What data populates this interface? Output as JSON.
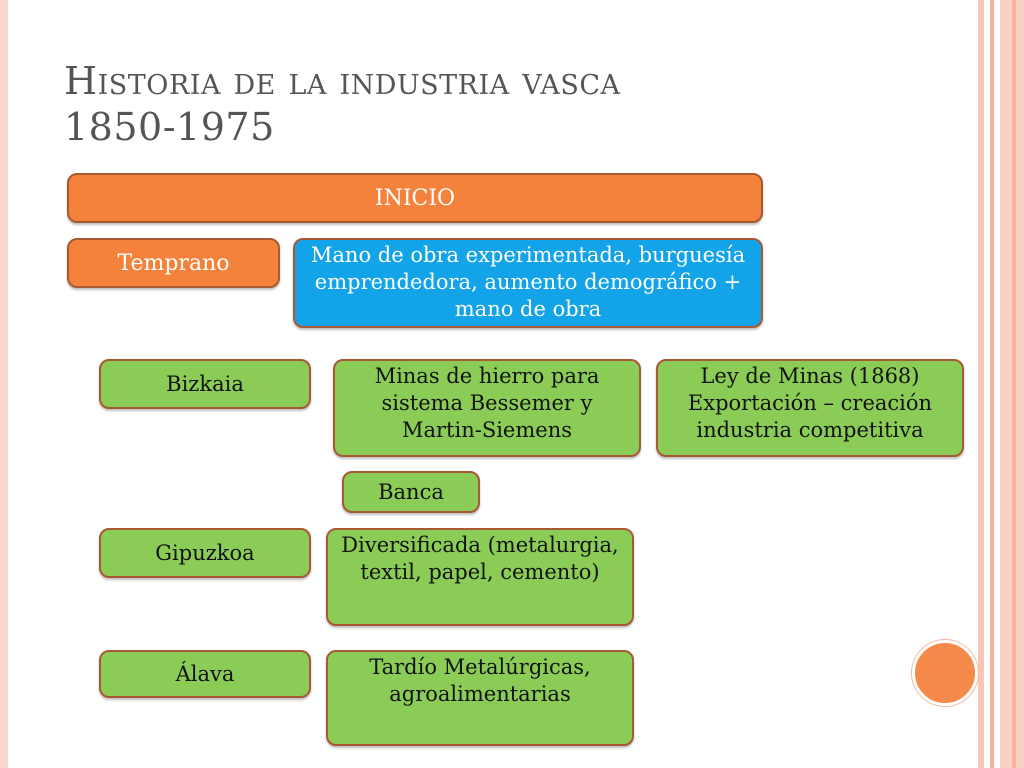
{
  "title": {
    "line1": "Historia de la industria vasca",
    "line2": "1850-1975"
  },
  "inicio": "INICIO",
  "temprano": "Temprano",
  "mano_obra": "Mano de obra experimentada, burguesía emprendedora, aumento demográfico + mano de obra",
  "bizkaia": {
    "label": "Bizkaia",
    "minas": "Minas de hierro para sistema Bessemer y Martin-Siemens",
    "ley": "Ley de Minas (1868) Exportación – creación industria competitiva",
    "banca": "Banca"
  },
  "gipuzkoa": {
    "label": "Gipuzkoa",
    "desc": "Diversificada (metalurgia, textil, papel, cemento)"
  },
  "alava": {
    "label": "Álava",
    "desc": "Tardío Metalúrgicas, agroalimentarias"
  },
  "colors": {
    "orange_box": "#f5823a",
    "blue_box": "#13a3e8",
    "green_box": "#8bcc57",
    "box_border": "#a65a33",
    "accent_circle": "#f58a4a",
    "title_text": "#555555"
  }
}
